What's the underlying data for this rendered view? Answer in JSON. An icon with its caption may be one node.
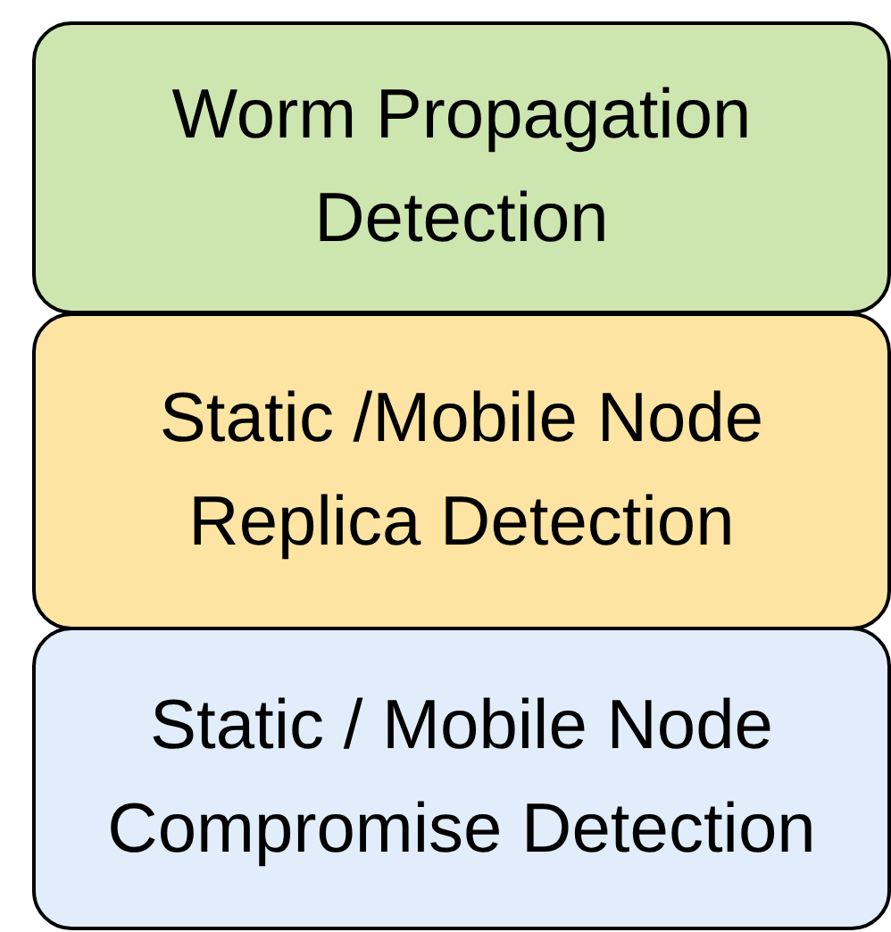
{
  "diagram": {
    "nodes": [
      {
        "text": [
          "Worm Propagation Detection"
        ]
      },
      {
        "text": [
          "Static /Mobile Node Replica Detection"
        ]
      },
      {
        "text": [
          "Static / Mobile Node Compromise Detection"
        ]
      }
    ]
  }
}
